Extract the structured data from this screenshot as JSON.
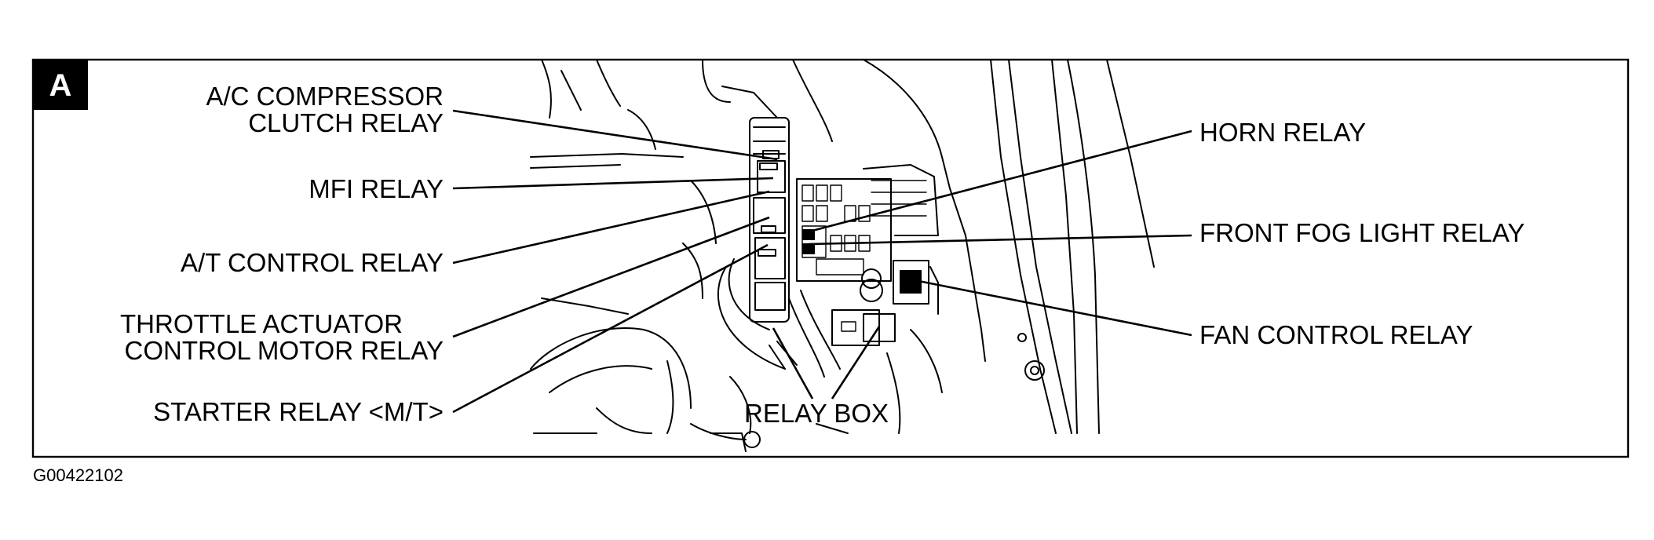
{
  "figure": {
    "badge": "A",
    "code": "G00422102"
  },
  "labels": {
    "ac_compressor_line1": "A/C COMPRESSOR",
    "ac_compressor_line2": "CLUTCH RELAY",
    "mfi": "MFI RELAY",
    "at_control": "A/T CONTROL RELAY",
    "throttle_line1": "THROTTLE ACTUATOR",
    "throttle_line2": "CONTROL MOTOR RELAY",
    "starter": "STARTER RELAY <M/T>",
    "relay_box": "RELAY BOX",
    "horn": "HORN RELAY",
    "front_fog": "FRONT FOG LIGHT RELAY",
    "fan_control": "FAN CONTROL RELAY"
  }
}
